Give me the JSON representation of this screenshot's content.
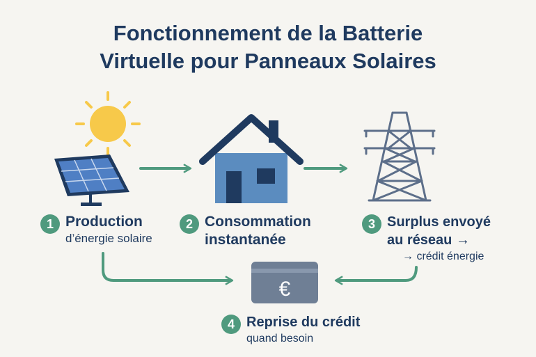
{
  "title": {
    "line1": "Fonctionnement de la Batterie",
    "line2": "Virtuelle pour Panneaux Solaires"
  },
  "steps": [
    {
      "number": "1",
      "line1": "Production",
      "line2": "d’énergie solaire"
    },
    {
      "number": "2",
      "line1": "Consommation",
      "line2": "instantanée"
    },
    {
      "number": "3",
      "line1": "Surplus envoyé",
      "line2": "au réseau →",
      "line3": "→ crédit énergie"
    },
    {
      "number": "4",
      "line1": "Reprise du crédit",
      "line2": "quand besoin"
    }
  ],
  "credit_symbol": "€",
  "colors": {
    "navy": "#1f3a5f",
    "green": "#4f9a7e",
    "sun": "#f7c94a",
    "house": "#5b8cbf",
    "pylon": "#5d6f8a",
    "card": "#6f7f95"
  }
}
